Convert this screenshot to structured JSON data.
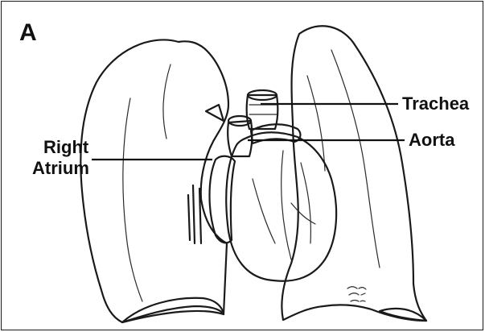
{
  "figure": {
    "panel_letter": "A",
    "labels": {
      "trachea": "Trachea",
      "aorta": "Aorta",
      "right_atrium_line1": "Right",
      "right_atrium_line2": "Atrium"
    }
  }
}
